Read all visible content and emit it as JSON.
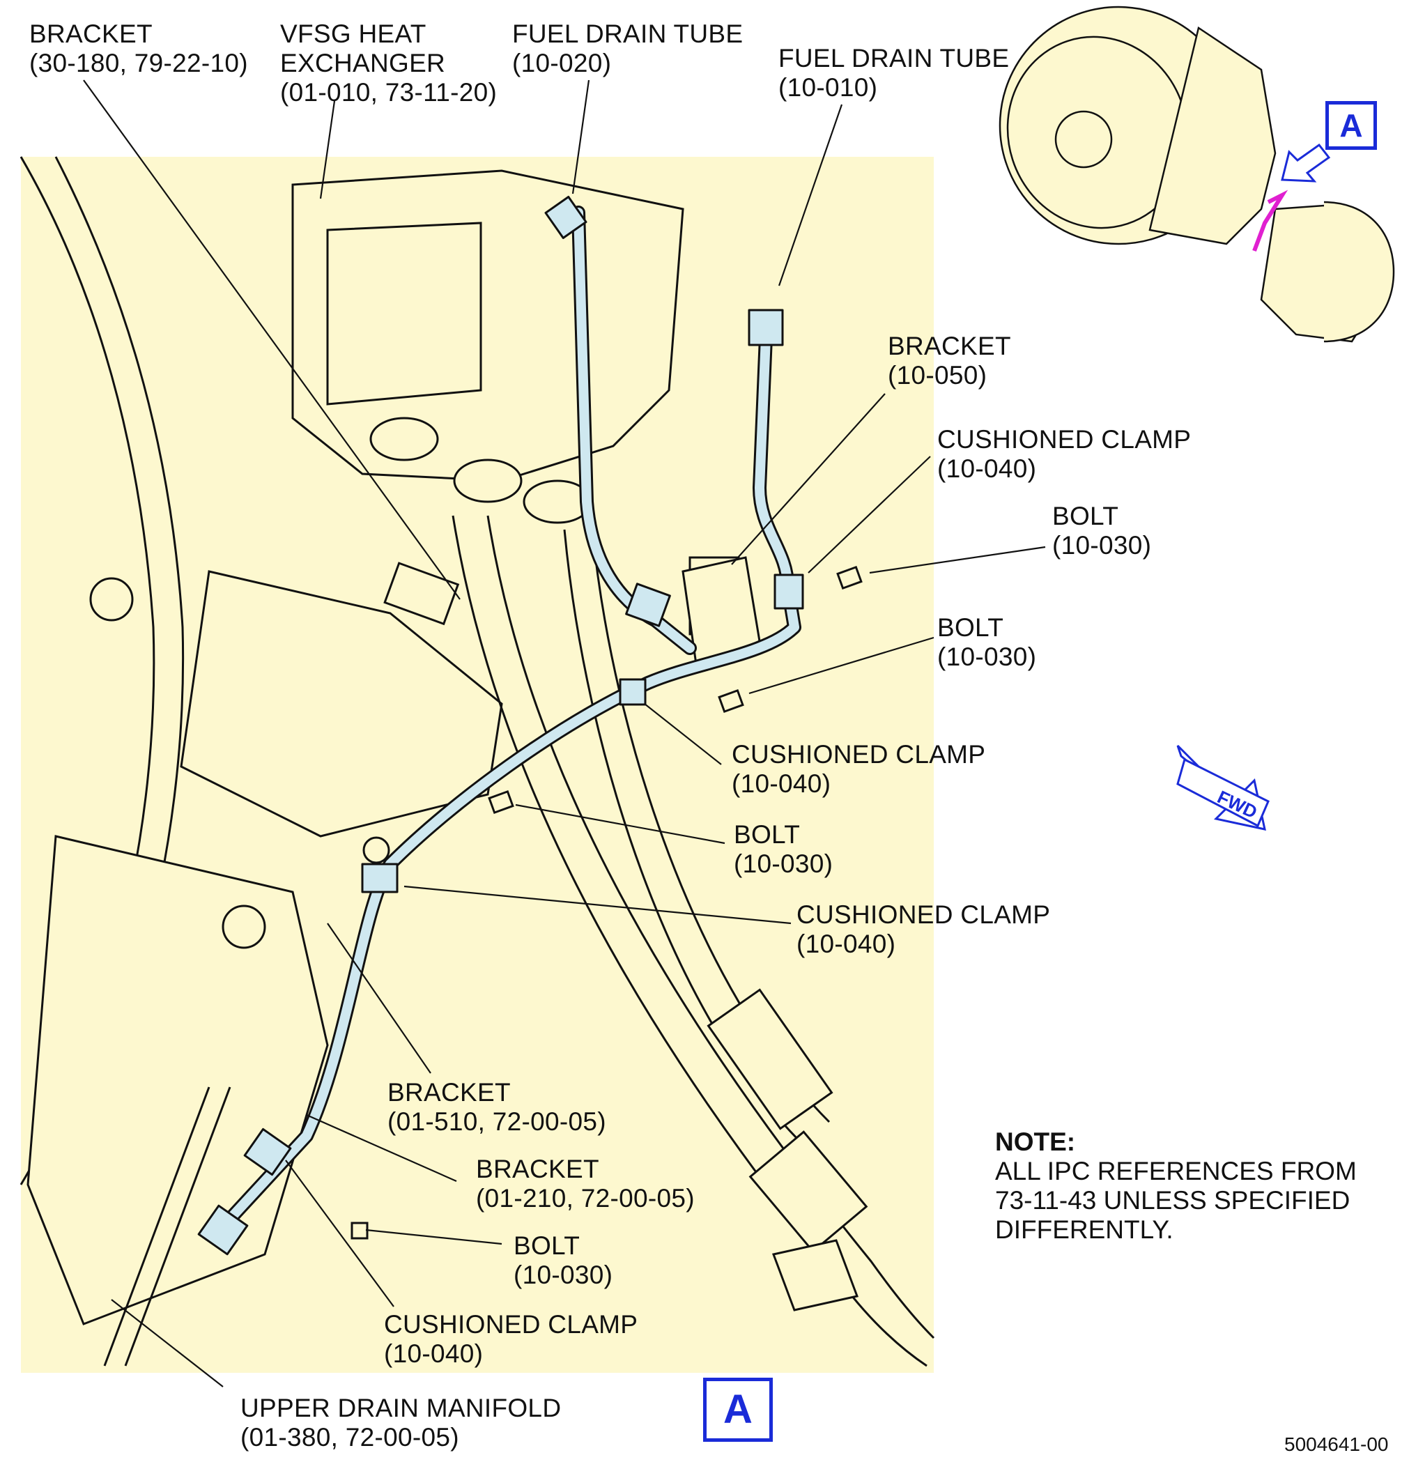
{
  "callouts": [
    {
      "id": "bracket-1",
      "name": "BRACKET",
      "ref": "(30-180, 79-22-10)"
    },
    {
      "id": "vfsg-heat-exchanger",
      "name": "VFSG HEAT",
      "name2": "EXCHANGER",
      "ref": "(01-010, 73-11-20)"
    },
    {
      "id": "fuel-drain-tube-1",
      "name": "FUEL DRAIN TUBE",
      "ref": "(10-020)"
    },
    {
      "id": "fuel-drain-tube-2",
      "name": "FUEL DRAIN TUBE",
      "ref": "(10-010)"
    },
    {
      "id": "bracket-2",
      "name": "BRACKET",
      "ref": "(10-050)"
    },
    {
      "id": "cushioned-clamp-1",
      "name": "CUSHIONED CLAMP",
      "ref": "(10-040)"
    },
    {
      "id": "bolt-1",
      "name": "BOLT",
      "ref": "(10-030)"
    },
    {
      "id": "bolt-2",
      "name": "BOLT",
      "ref": "(10-030)"
    },
    {
      "id": "cushioned-clamp-2",
      "name": "CUSHIONED CLAMP",
      "ref": "(10-040)"
    },
    {
      "id": "bolt-3",
      "name": "BOLT",
      "ref": "(10-030)"
    },
    {
      "id": "cushioned-clamp-3",
      "name": "CUSHIONED CLAMP",
      "ref": "(10-040)"
    },
    {
      "id": "bracket-3",
      "name": "BRACKET",
      "ref": "(01-510, 72-00-05)"
    },
    {
      "id": "bracket-4",
      "name": "BRACKET",
      "ref": "(01-210, 72-00-05)"
    },
    {
      "id": "bolt-4",
      "name": "BOLT",
      "ref": "(10-030)"
    },
    {
      "id": "cushioned-clamp-4",
      "name": "CUSHIONED CLAMP",
      "ref": "(10-040)"
    },
    {
      "id": "upper-drain-manifold",
      "name": "UPPER DRAIN MANIFOLD",
      "ref": "(01-380, 72-00-05)"
    }
  ],
  "note": {
    "heading": "NOTE:",
    "lines": [
      "ALL IPC REFERENCES FROM",
      "73-11-43 UNLESS SPECIFIED",
      "DIFFERENTLY."
    ]
  },
  "view_labels": {
    "bottom": "A",
    "top": "A"
  },
  "fwd_label": "FWD",
  "figure_number": "5004641-00",
  "colors": {
    "part_fill": "#fdf8cf",
    "tube_fill": "#cfe8f0",
    "view_blue": "#1a2bd8",
    "highlight_magenta": "#e020d0",
    "line": "#111111"
  }
}
